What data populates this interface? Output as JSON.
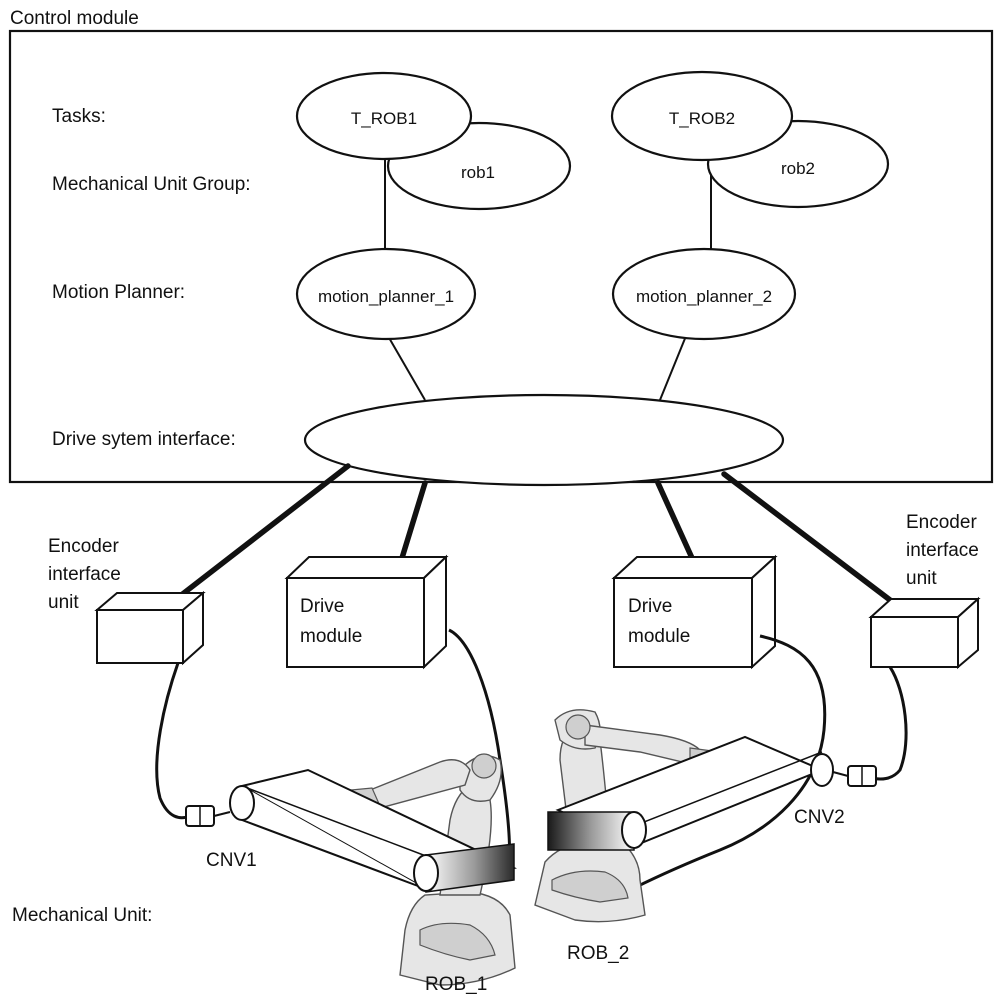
{
  "title": "Control module",
  "rows": {
    "tasks": "Tasks:",
    "mechanical_unit_group": "Mechanical Unit Group:",
    "motion_planner": "Motion Planner:",
    "drive_system_interface": "Drive sytem interface:",
    "mechanical_unit": "Mechanical Unit:"
  },
  "nodes": {
    "task_1": "T_ROB1",
    "task_2": "T_ROB2",
    "group_1": "rob1",
    "group_2": "rob2",
    "planner_1": "motion_planner_1",
    "planner_2": "motion_planner_2"
  },
  "hardware": {
    "encoder_left": [
      "Encoder",
      "interface",
      "unit"
    ],
    "encoder_right": [
      "Encoder",
      "interface",
      "unit"
    ],
    "drive_left": [
      "Drive",
      "module"
    ],
    "drive_right": [
      "Drive",
      "module"
    ]
  },
  "units": {
    "conveyor_1": "CNV1",
    "conveyor_2": "CNV2",
    "robot_1": "ROB_1",
    "robot_2": "ROB_2"
  }
}
